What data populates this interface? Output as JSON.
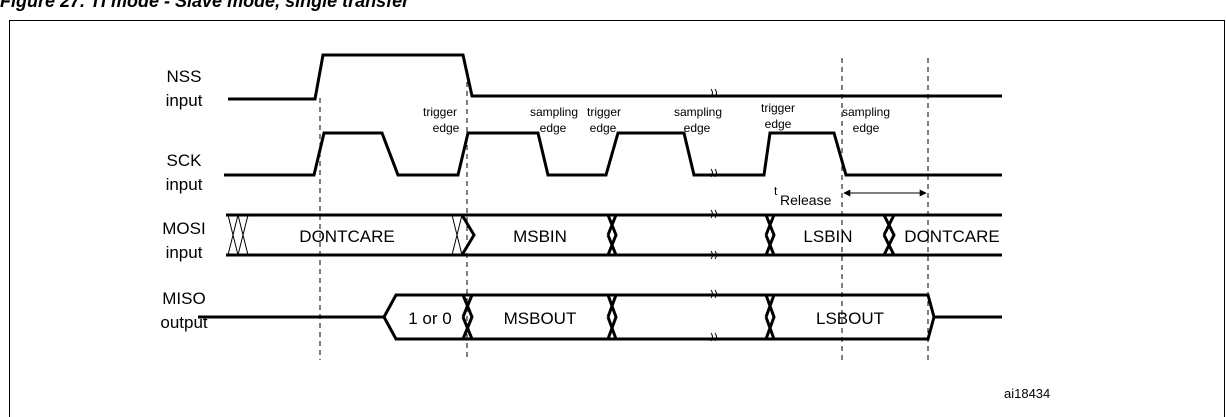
{
  "caption": "Figure 27. TI mode - Slave mode, single transfer",
  "signals": {
    "nss": [
      "NSS",
      "input"
    ],
    "sck": [
      "SCK",
      "input"
    ],
    "mosi": [
      "MOSI",
      "input"
    ],
    "miso": [
      "MISO",
      "output"
    ]
  },
  "edge_labels": {
    "trigger1": [
      "trigger",
      "edge"
    ],
    "sampling1": [
      "sampling",
      "edge"
    ],
    "trigger2": [
      "trigger",
      "edge"
    ],
    "sampling2": [
      "sampling",
      "edge"
    ],
    "trigger3": [
      "trigger",
      "edge"
    ],
    "sampling3": [
      "sampling",
      "edge"
    ]
  },
  "fields": {
    "mosi_dontcare1": "DONTCARE",
    "mosi_msbin": "MSBIN",
    "mosi_lsbin": "LSBIN",
    "mosi_dontcare2": "DONTCARE",
    "miso_1or0": "1 or 0",
    "miso_msbout": "MSBOUT",
    "miso_lsbout": "LSBOUT"
  },
  "t_release": {
    "t": "t",
    "sub": "Release"
  },
  "figure_id": "ai18434"
}
